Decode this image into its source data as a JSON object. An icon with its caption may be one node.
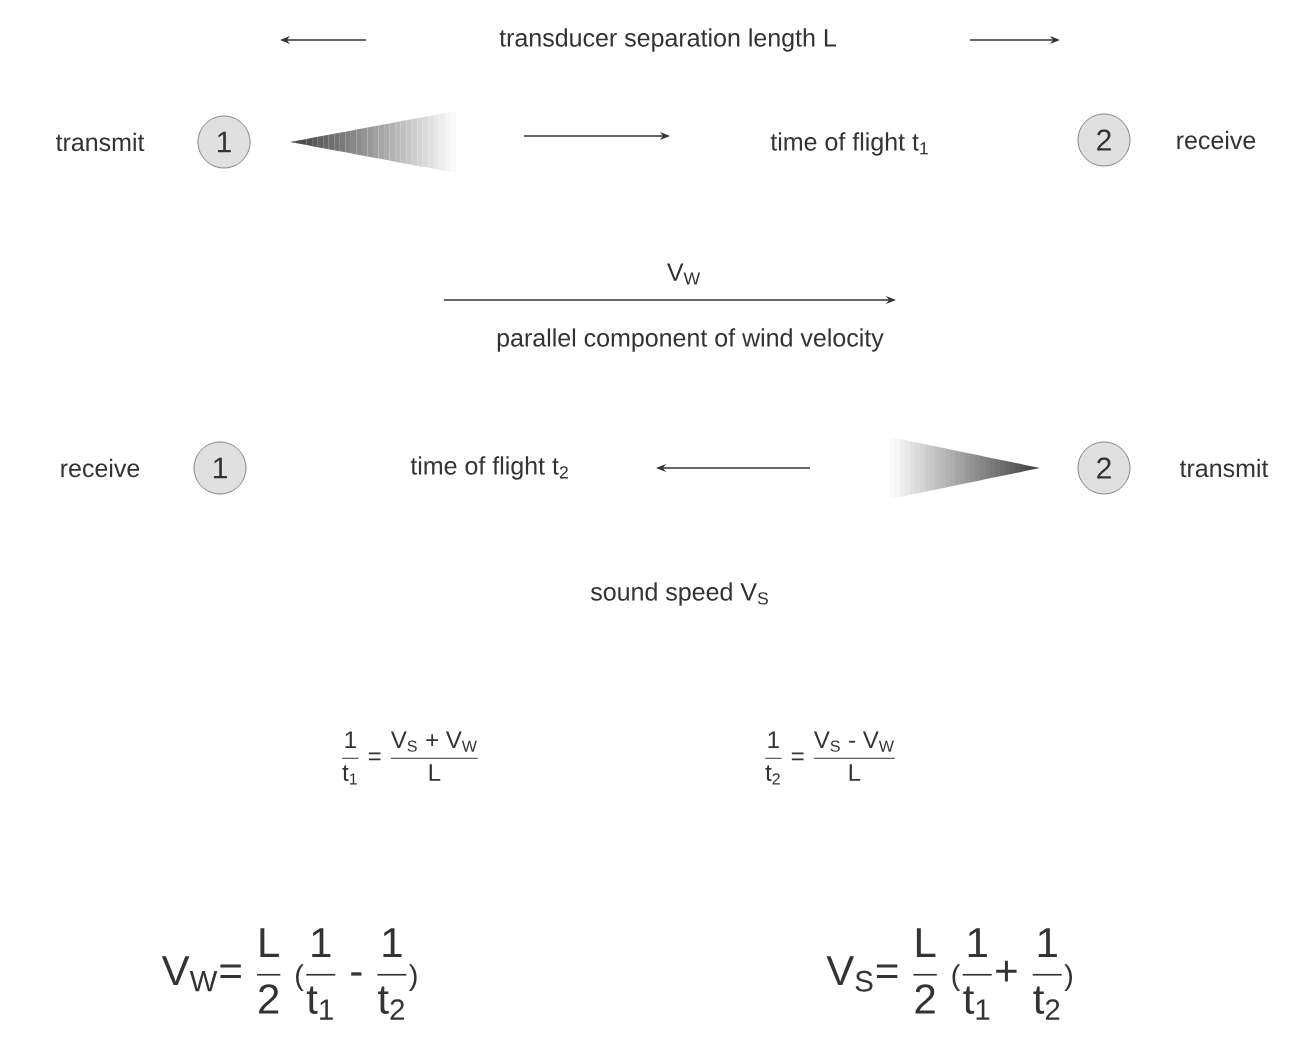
{
  "diagram": {
    "nodes": [
      {
        "text": [
          "1"
        ],
        "beside": [
          "transmit"
        ]
      },
      {
        "text": [
          "2"
        ],
        "beside": [
          "receive"
        ]
      },
      {
        "text": [
          "1"
        ],
        "beside": [
          "receive"
        ]
      },
      {
        "text": [
          "2"
        ],
        "beside": [
          "transmit"
        ]
      }
    ],
    "labels": [
      "transducer separation length L",
      "time of flight t$_{1}$",
      "V$_{W}$",
      "parallel component of wind velocity",
      "time of flight t$_{2}$",
      "sound speed V$_{S}$",
      "\\frac{\\text{1}}{\\text{t}_{\\text{1}}}\\;\\text{=}\\;\\frac{\\text{V}_{\\text{S}}\\text{ + V}_{\\text{W}}}{\\text{L}}",
      "\\frac{\\text{1}}{\\text{t}_{\\text{2}}}\\;\\text{=}\\;\\frac{\\text{V}_{\\text{S}}\\text{ - V}_{\\text{W}}}{\\text{L}}",
      "\\text{V}_{\\text{W}}\\text{= }\\frac{\\text{L}}{\\text{2}}\\;\\text{\\Large(}\\frac{\\text{1}}{\\text{t}_{\\text{1}}}\\text{ - }\\frac{\\text{1}}{\\text{t}_{\\text{2}}}\\text{\\Large)}",
      "\\text{V}_{\\text{S}}\\text{= }\\frac{\\text{L}}{\\text{2}}\\;\\text{\\Large(}\\frac{\\text{1}}{\\text{t}_{\\text{1}}}\\text{+ }\\frac{\\text{1}}{\\text{t}_{\\text{2}}}\\text{\\Large)}"
    ]
  }
}
